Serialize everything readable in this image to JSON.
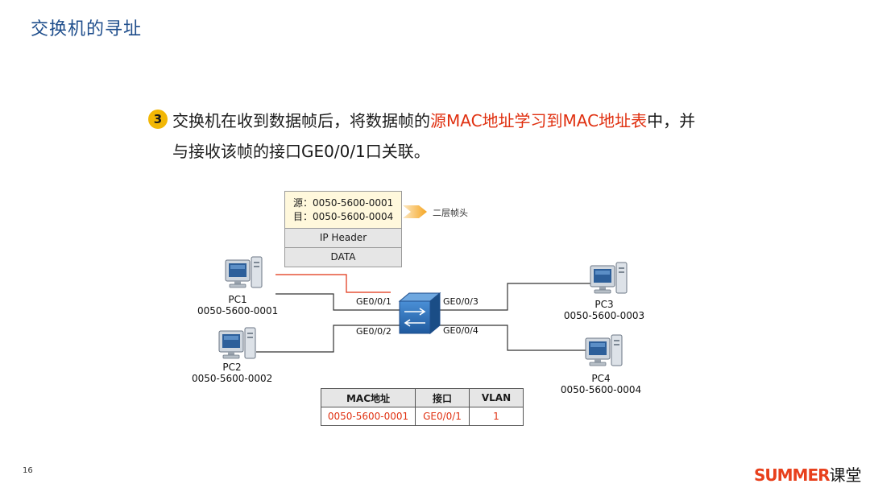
{
  "page": {
    "title": "交换机的寻址",
    "step_number": "3",
    "text_line1_a": "交换机在收到数据帧后，将数据帧的",
    "text_line1_red": "源MAC地址学习到MAC地址表",
    "text_line1_b": "中，并",
    "text_line2": "与接收该帧的接口GE0/0/1口关联。",
    "page_number": "16",
    "brand_latin": "SUMMER",
    "brand_cn": "课堂"
  },
  "frame": {
    "src": "源：0050-5600-0001",
    "dst": "目：0050-5600-0004",
    "ip_header": "IP Header",
    "data": "DATA",
    "arrow_label": "二层帧头"
  },
  "hosts": {
    "pc1": {
      "name": "PC1",
      "mac": "0050-5600-0001"
    },
    "pc2": {
      "name": "PC2",
      "mac": "0050-5600-0002"
    },
    "pc3": {
      "name": "PC3",
      "mac": "0050-5600-0003"
    },
    "pc4": {
      "name": "PC4",
      "mac": "0050-5600-0004"
    }
  },
  "ports": {
    "p1": "GE0/0/1",
    "p2": "GE0/0/2",
    "p3": "GE0/0/3",
    "p4": "GE0/0/4"
  },
  "mac_table": {
    "headers": [
      "MAC地址",
      "接口",
      "VLAN"
    ],
    "rows": [
      [
        "0050-5600-0001",
        "GE0/0/1",
        "1"
      ]
    ]
  },
  "colors": {
    "title": "#1f4e8c",
    "highlight": "#e03010",
    "bullet": "#f2b705",
    "switch": "#2f6fb8",
    "link": "#333333"
  }
}
